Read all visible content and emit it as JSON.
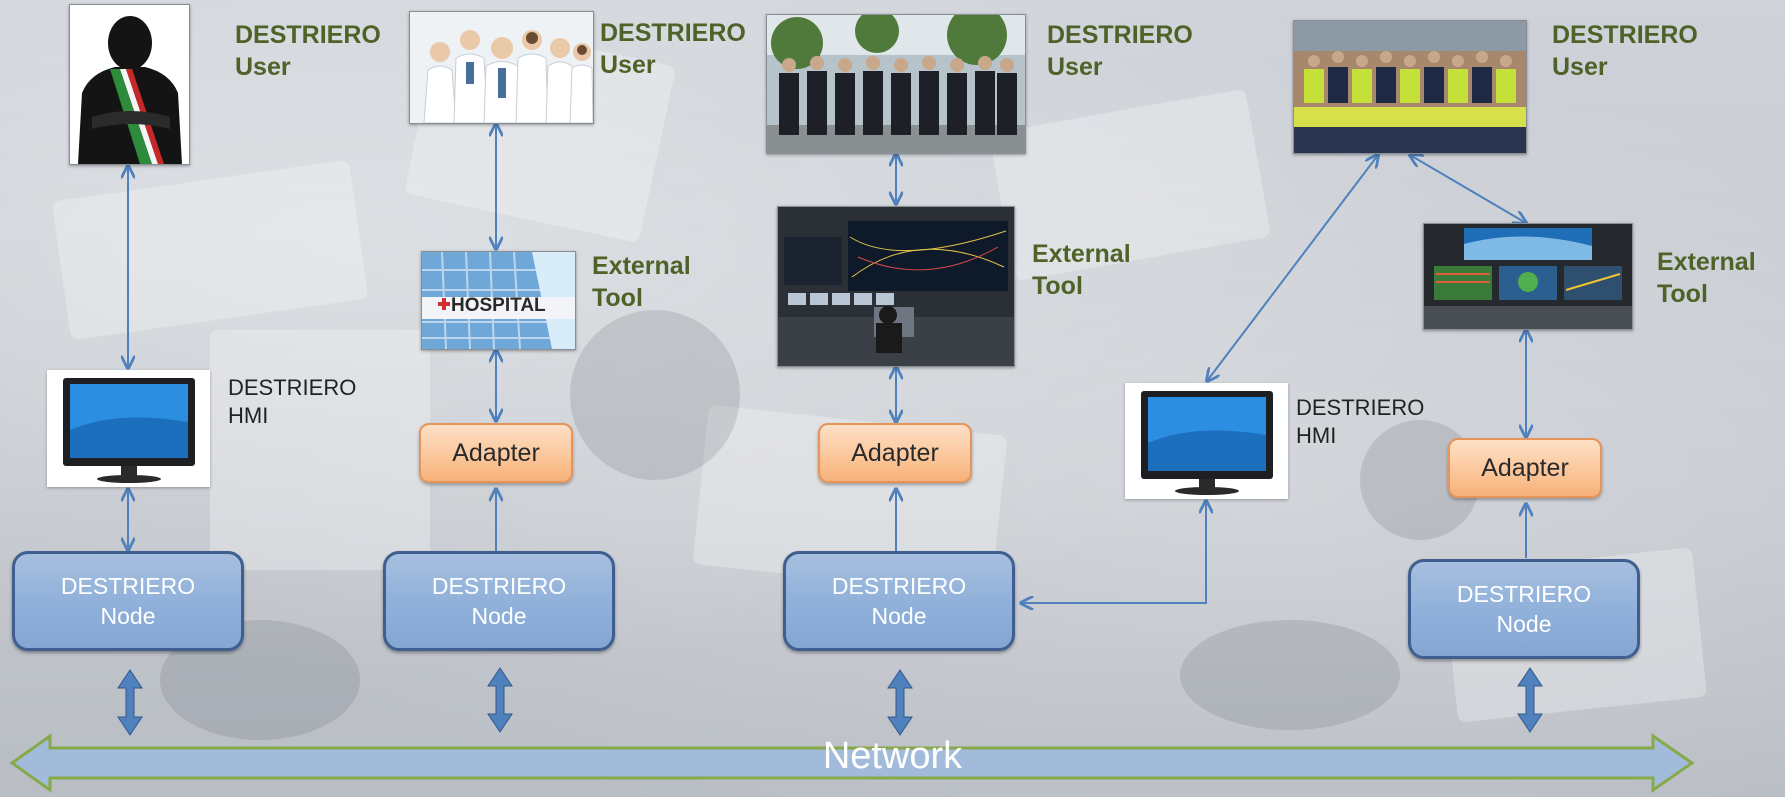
{
  "colors": {
    "link": "#4f81bd",
    "node_fill": "#95b3d7",
    "node_border": "#3e5f8f",
    "adapter_fill": "#fbc598",
    "network_fill": "#9fb7d8",
    "network_border": "#86aa4a",
    "user_label": "#4f6228"
  },
  "columns": [
    {
      "user_label": "DESTRIERO\nUser",
      "user_image": "mayor-with-sash",
      "hmi_label": "DESTRIERO\nHMI",
      "node_label": "DESTRIERO\nNode"
    },
    {
      "user_label": "DESTRIERO\nUser",
      "user_image": "medical-staff",
      "tool_label": "External\nTool",
      "tool_image": "hospital-building",
      "tool_image_text": "HOSPITAL",
      "adapter_label": "Adapter",
      "node_label": "DESTRIERO\nNode"
    },
    {
      "user_label": "DESTRIERO\nUser",
      "user_image": "police-officers",
      "tool_label": "External\nTool",
      "tool_image": "control-room",
      "adapter_label": "Adapter",
      "node_label": "DESTRIERO\nNode"
    },
    {
      "hmi_label": "DESTRIERO\nHMI"
    },
    {
      "user_label": "DESTRIERO\nUser",
      "user_image": "civil-protection-team",
      "tool_label": "External\nTool",
      "tool_image": "monitoring-workstation",
      "adapter_label": "Adapter",
      "node_label": "DESTRIERO\nNode"
    }
  ],
  "network": {
    "label": "Network"
  }
}
